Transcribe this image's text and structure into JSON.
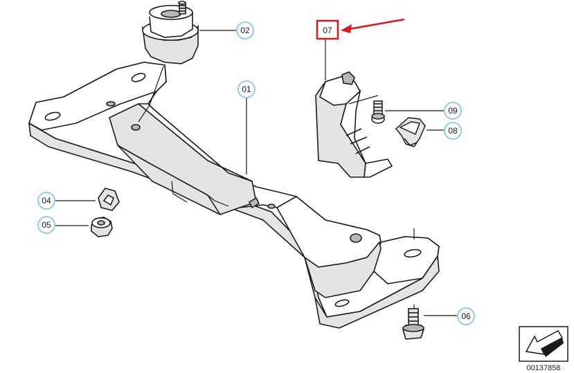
{
  "diagram": {
    "callouts": [
      {
        "id": "01",
        "label": "01"
      },
      {
        "id": "02",
        "label": "02"
      },
      {
        "id": "04",
        "label": "04"
      },
      {
        "id": "05",
        "label": "05"
      },
      {
        "id": "06",
        "label": "06"
      },
      {
        "id": "07",
        "label": "07",
        "highlighted": true
      },
      {
        "id": "08",
        "label": "08"
      },
      {
        "id": "09",
        "label": "09"
      }
    ],
    "reference_number": "00137858",
    "icons": {
      "nav": "arrow-down-left-icon",
      "highlight_pointer": "red-arrow-icon"
    },
    "colors": {
      "callout_ring": "#8fcdea",
      "highlight": "#e0141c",
      "line": "#1a1a1a",
      "fill_light": "#ffffff",
      "fill_shade": "#e4e4e4",
      "fill_dark": "#b8b8b8"
    }
  }
}
